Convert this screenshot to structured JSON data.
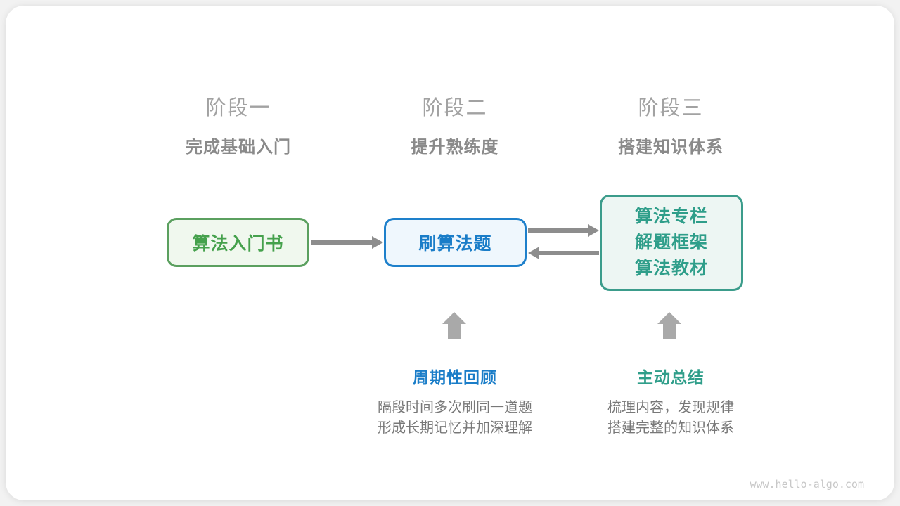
{
  "stages": [
    {
      "title": "阶段一",
      "subtitle": "完成基础入门"
    },
    {
      "title": "阶段二",
      "subtitle": "提升熟练度"
    },
    {
      "title": "阶段三",
      "subtitle": "搭建知识体系"
    }
  ],
  "nodes": {
    "intro_book": {
      "label": "算法入门书"
    },
    "practice": {
      "label": "刷算法题"
    },
    "resources": {
      "lines": [
        "算法专栏",
        "解题框架",
        "算法教材"
      ]
    }
  },
  "annotations": {
    "review": {
      "label": "周期性回顾",
      "desc_line1": "隔段时间多次刷同一道题",
      "desc_line2": "形成长期记忆并加深理解"
    },
    "summarize": {
      "label": "主动总结",
      "desc_line1": "梳理内容，发现规律",
      "desc_line2": "搭建完整的知识体系"
    }
  },
  "colors": {
    "green_border": "#5ba05f",
    "green_bg": "#f0f8ee",
    "green_text": "#45a14c",
    "blue_border": "#1e80cb",
    "blue_bg": "#eff7fd",
    "blue_text": "#1a7dc8",
    "teal_border": "#3b9c8b",
    "teal_bg": "#edf6f3",
    "teal_text": "#2f9e8a",
    "arrow_gray": "#8d8d8d",
    "up_arrow_gray": "#a9a9a9",
    "stage_title_gray": "#a2a2a2",
    "stage_subtitle_gray": "#8a8a8a",
    "desc_gray": "#787878",
    "watermark_gray": "#c8c8c8"
  },
  "watermark": "www.hello-algo.com"
}
